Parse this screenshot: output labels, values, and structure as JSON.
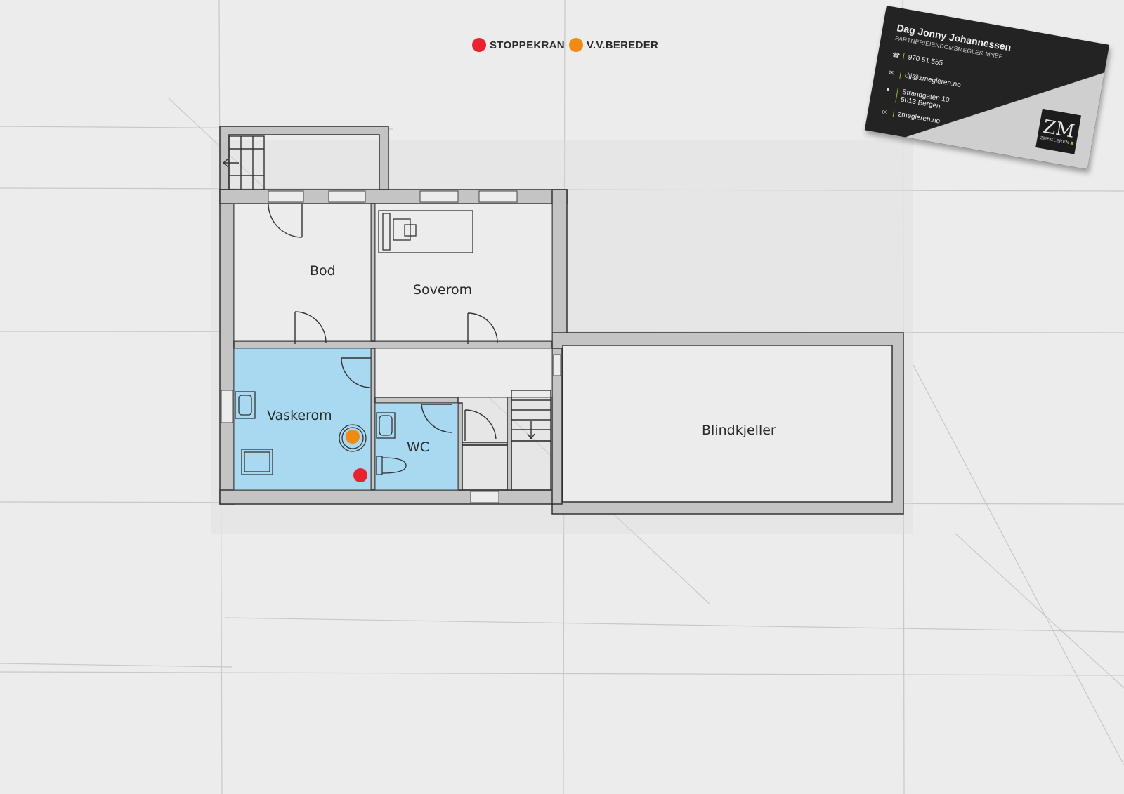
{
  "legend": {
    "items": [
      {
        "label": "STOPPEKRAN",
        "color": "#e8232f"
      },
      {
        "label": "V.V.BEREDER",
        "color": "#f08a12"
      }
    ]
  },
  "rooms": {
    "bod": "Bod",
    "soverom": "Soverom",
    "vaskerom": "Vaskerom",
    "wc": "WC",
    "blindkjeller": "Blindkjeller"
  },
  "colors": {
    "wet_room": "#a9d9f0",
    "wall": "#c4c4c4",
    "line": "#333333",
    "background": "#ececec"
  },
  "card": {
    "name": "Dag Jonny Johannessen",
    "role": "Partner/Eiendomsmegler MNEF",
    "phone": "970 51 555",
    "email": "djj@zmegleren.no",
    "address_line1": "Strandgaten 10",
    "address_line2": "5013 Bergen",
    "website": "zmegleren.no",
    "logo_text": "ZMEGLEREN",
    "icons": [
      "phone-icon",
      "mail-icon",
      "location-icon",
      "globe-icon"
    ]
  }
}
